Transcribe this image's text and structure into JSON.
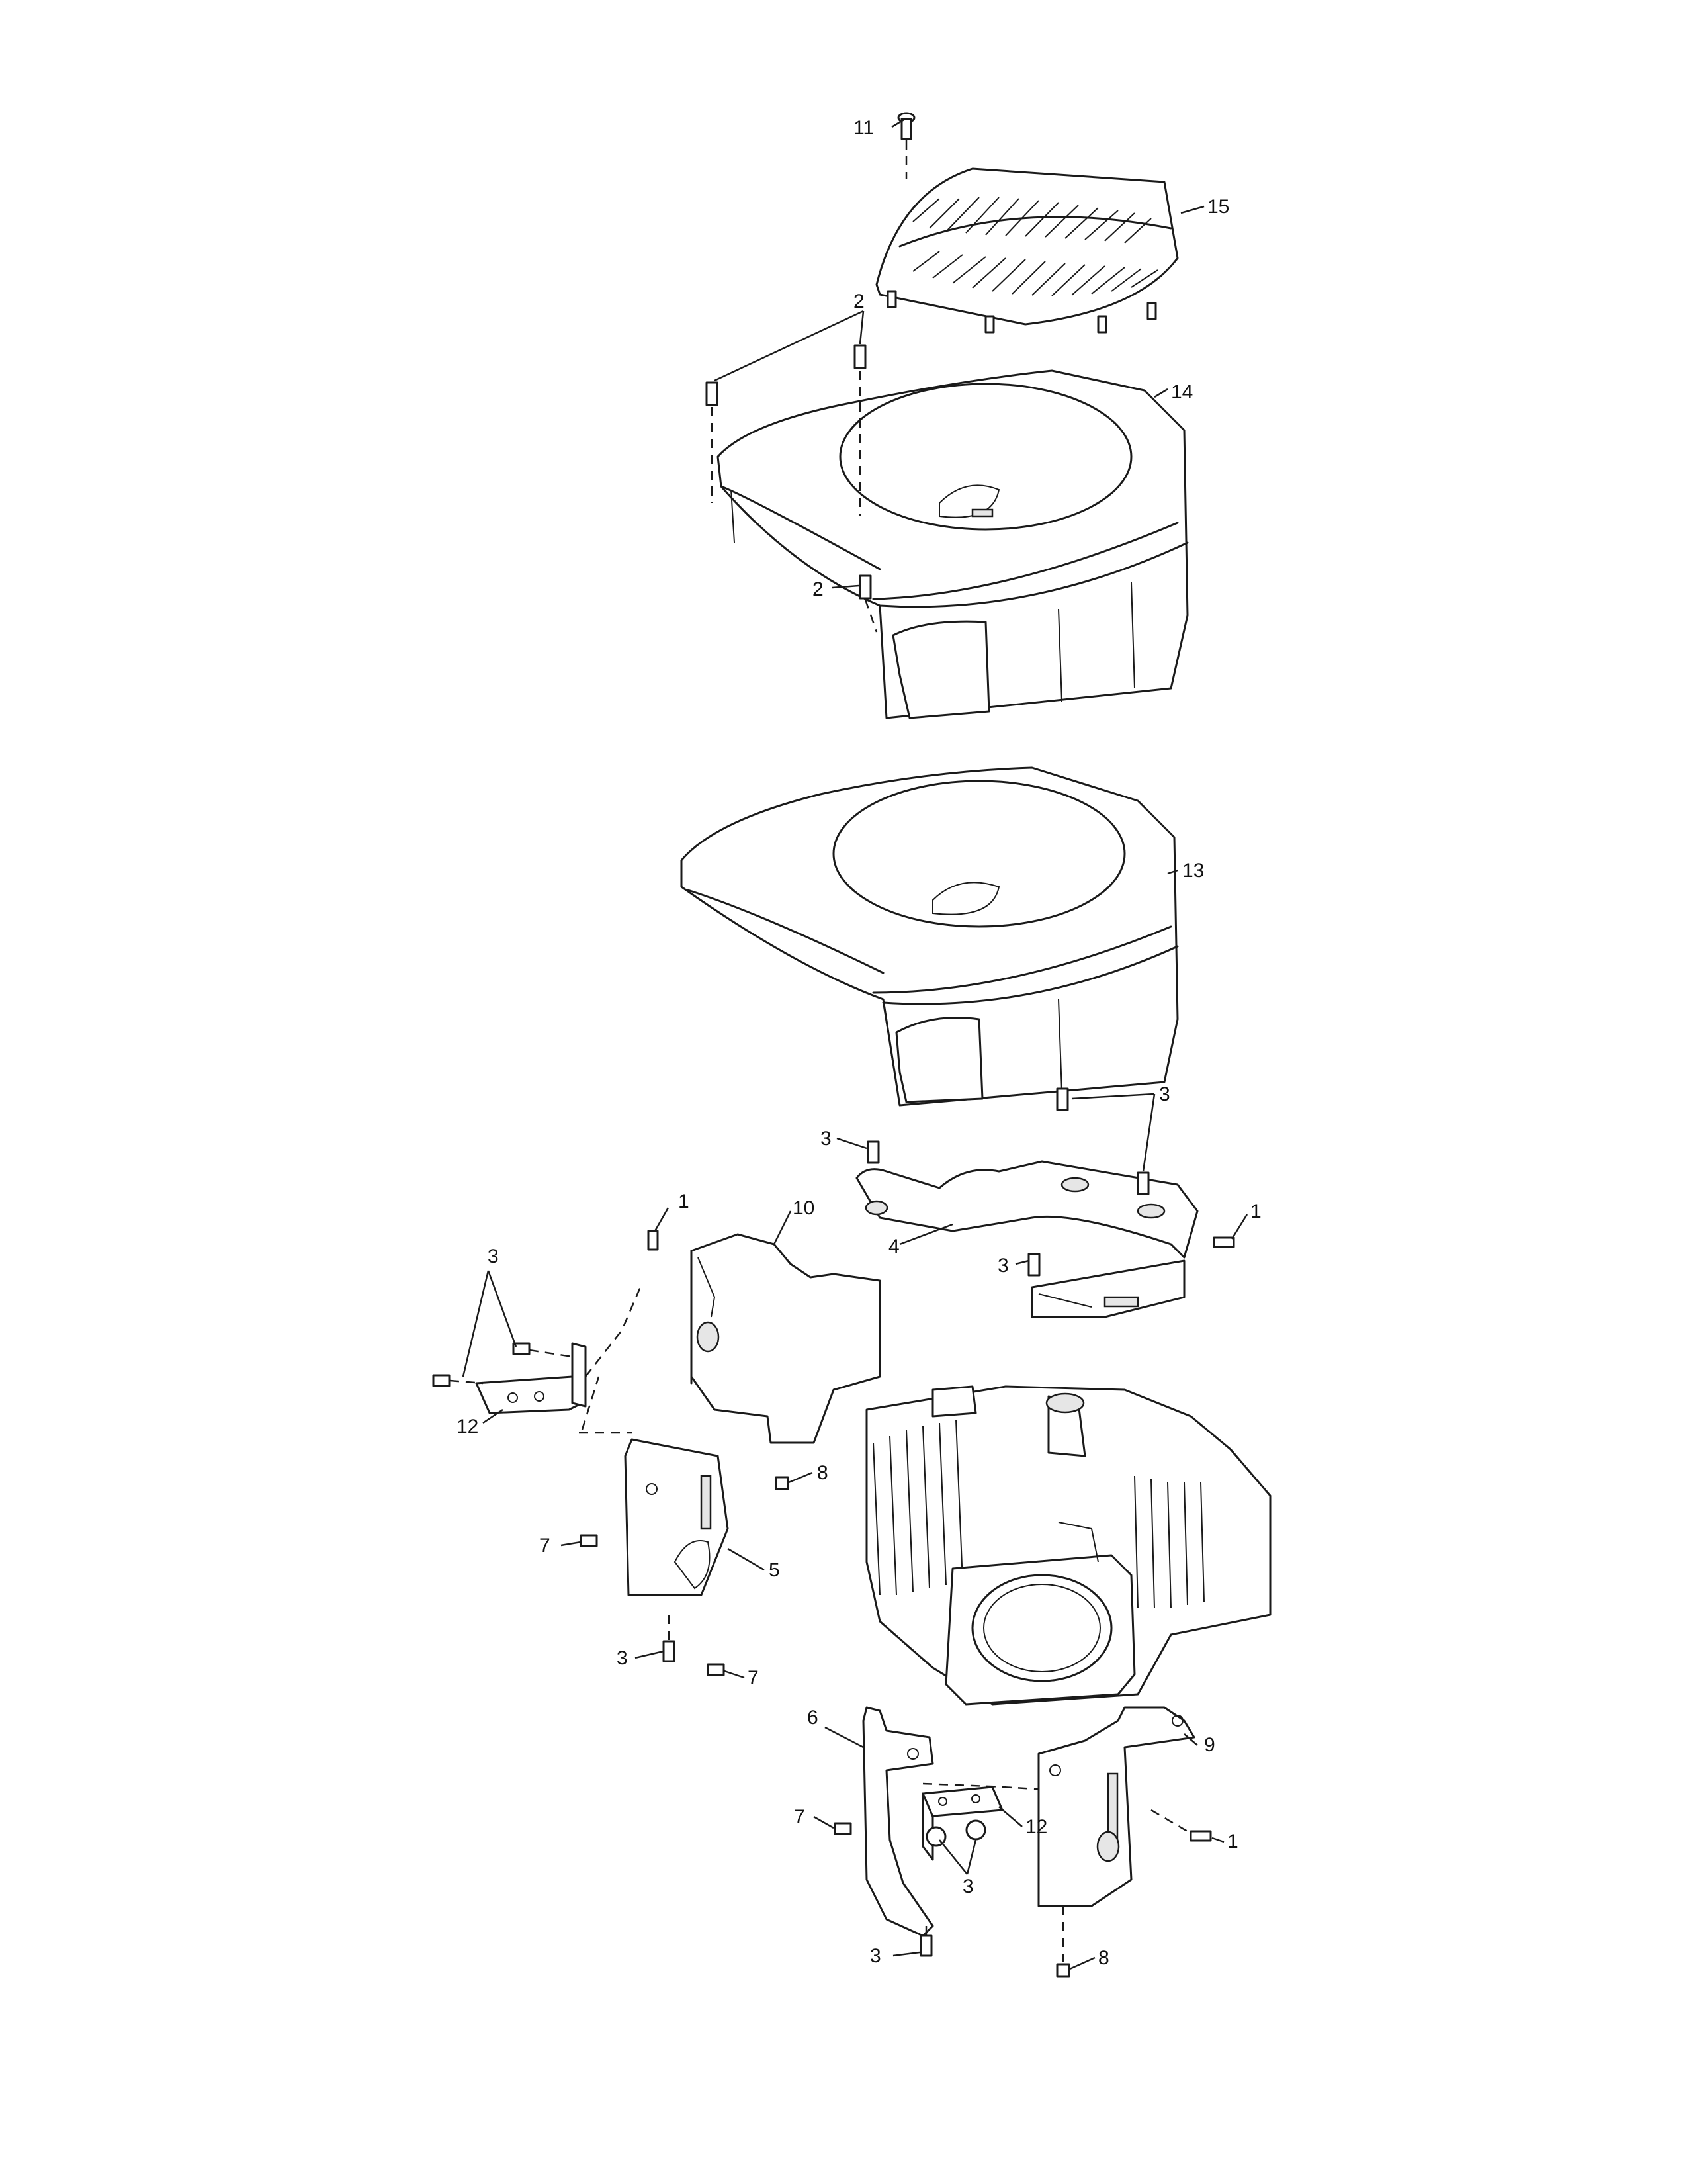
{
  "callouts": {
    "c11": "11",
    "c15": "15",
    "c2a": "2",
    "c14": "14",
    "c2b": "2",
    "c13": "13",
    "c3a": "3",
    "c3b": "3",
    "c1a": "1",
    "c10": "10",
    "c4": "4",
    "c1b": "1",
    "c3c": "3",
    "c3d": "3",
    "c12a": "12",
    "c8a": "8",
    "c7a": "7",
    "c5": "5",
    "c3e": "3",
    "c7b": "7",
    "c6": "6",
    "c9": "9",
    "c7c": "7",
    "c12b": "12",
    "c1c": "1",
    "c3f": "3",
    "c3g": "3",
    "c8b": "8"
  }
}
